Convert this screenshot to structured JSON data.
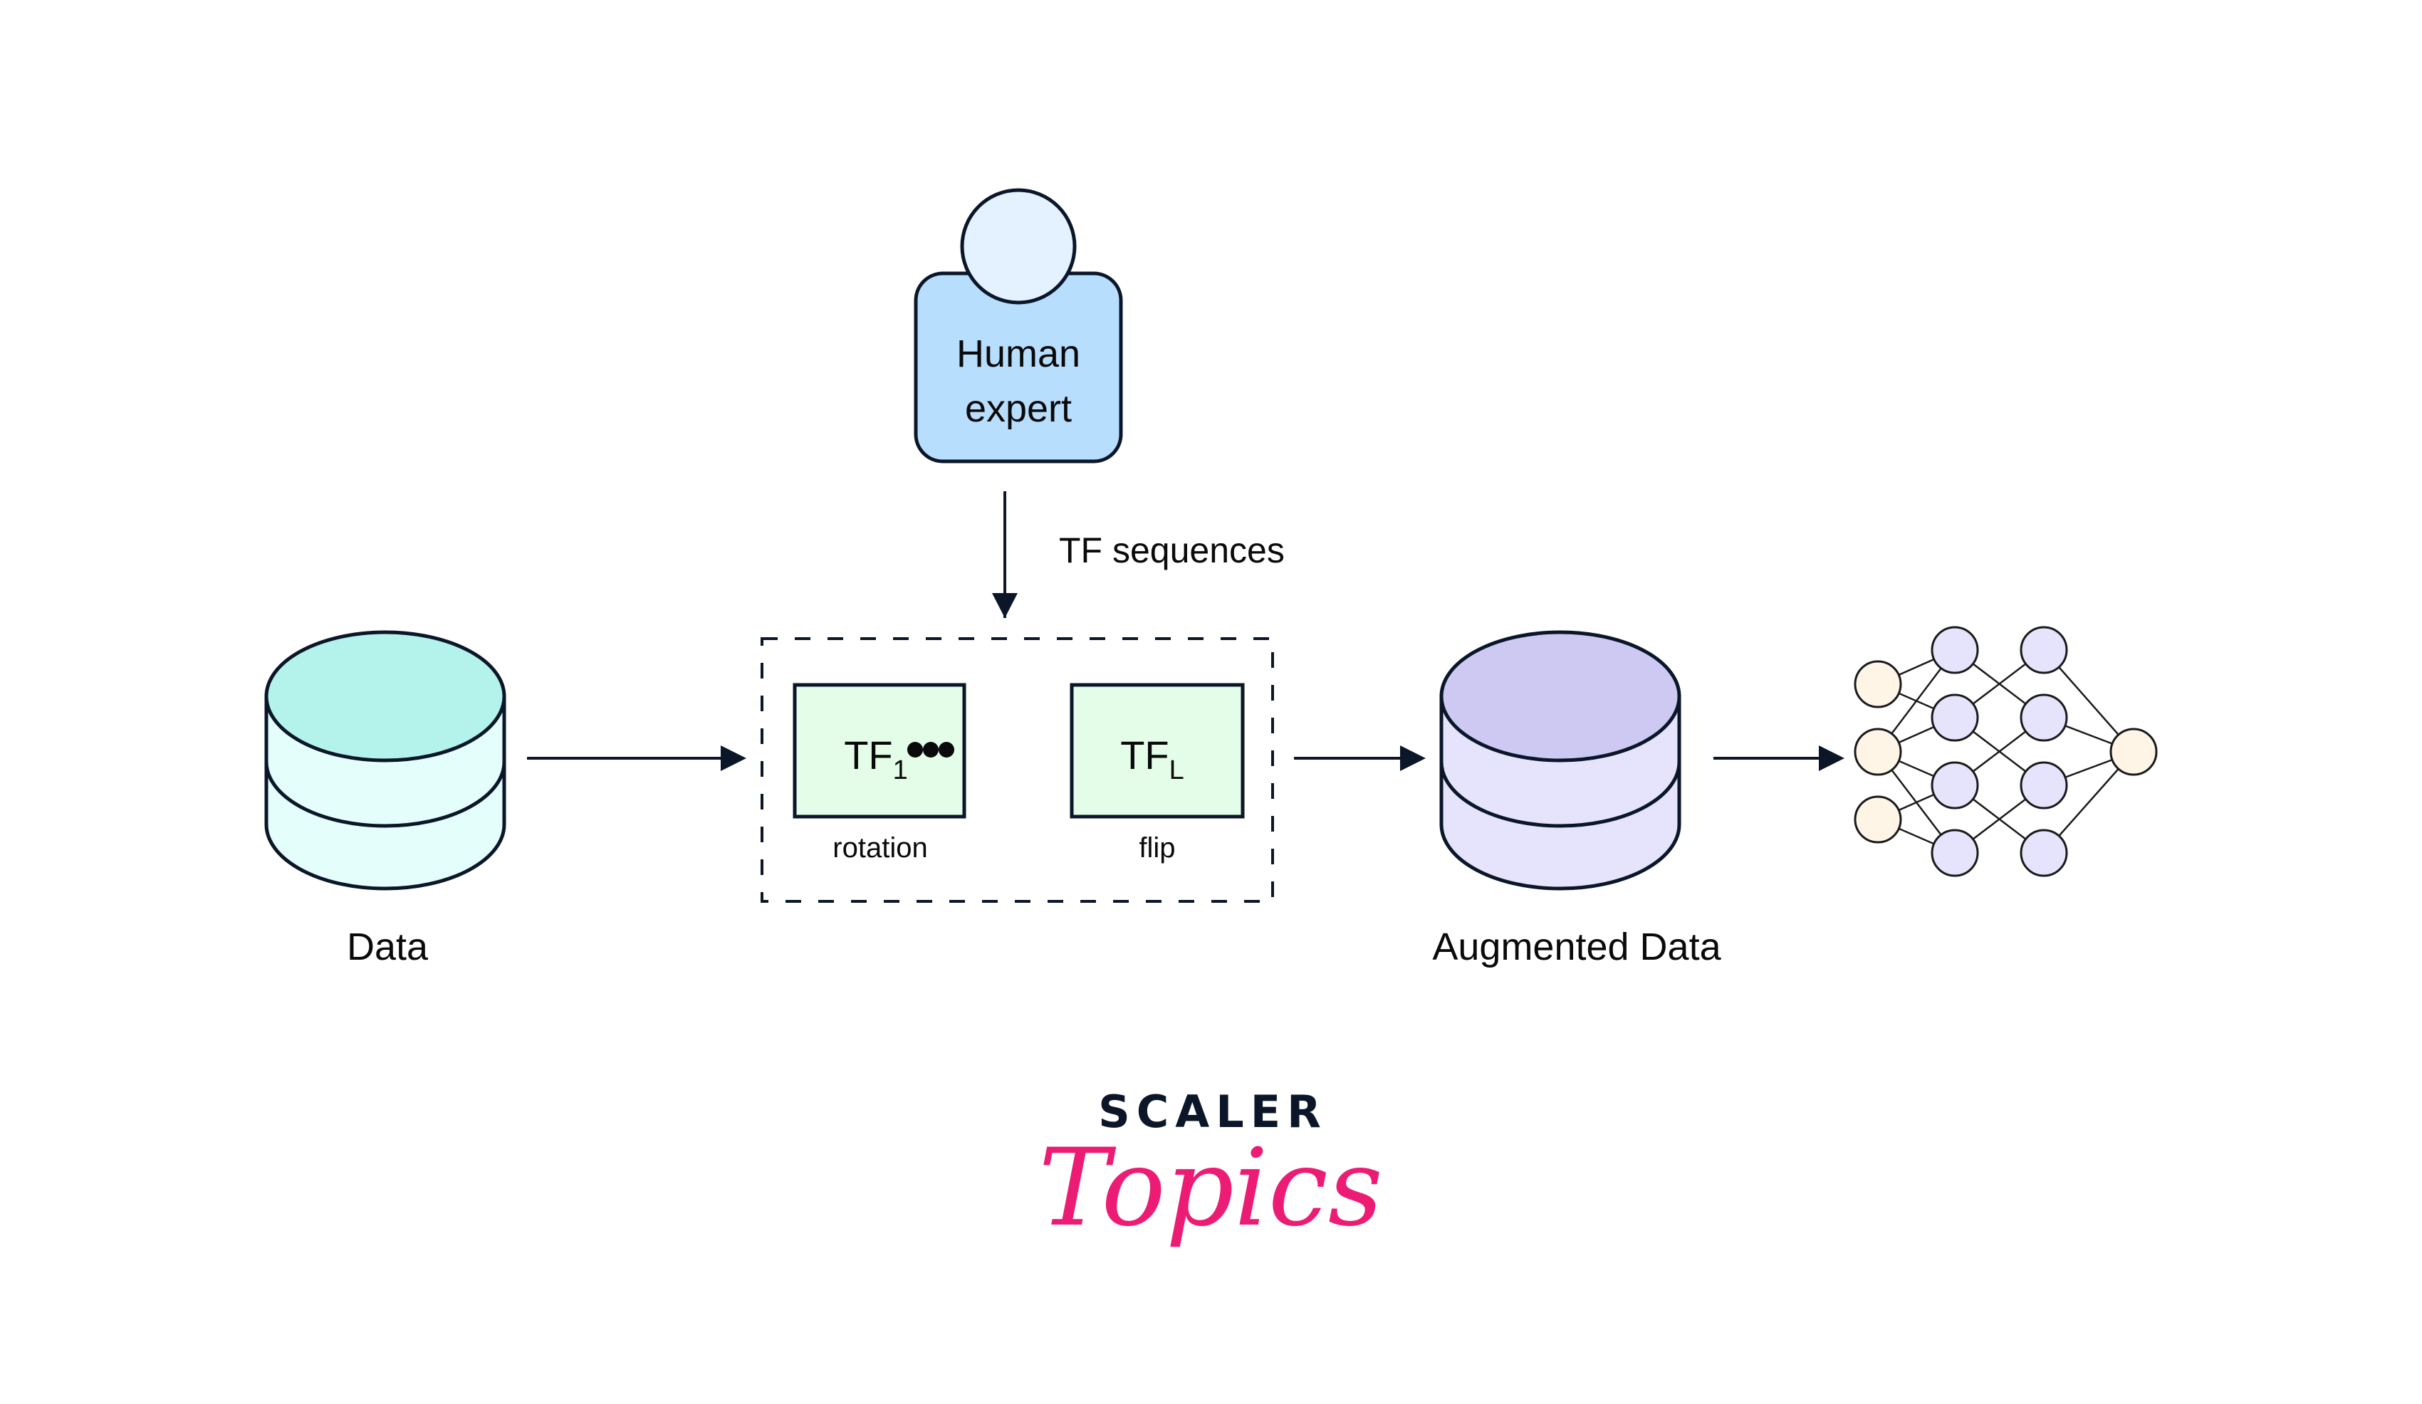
{
  "diagram": {
    "human": {
      "line1": "Human",
      "line2": "expert"
    },
    "arrow_label": "TF sequences",
    "transforms": [
      {
        "name": "TF",
        "subscript": "1",
        "caption": "rotation"
      },
      {
        "name": "TF",
        "subscript": "L",
        "caption": "flip"
      }
    ],
    "ellipsis": "•••",
    "source_db": {
      "label": "Data"
    },
    "augmented_db": {
      "label": "Augmented Data"
    },
    "neural_net": {
      "layers": [
        3,
        4,
        4,
        1
      ]
    }
  },
  "colors": {
    "stroke": "#0b1629",
    "human_body": "#b8defd",
    "human_head": "#e3f2fe",
    "tf_box": "#e3fde9",
    "data_top": "#b3f3ec",
    "data_side": "#e3fefb",
    "aug_top": "#cdc9f3",
    "aug_side": "#e5e4fc",
    "nn_io": "#fef5e6",
    "nn_hidden": "#e5e4fc",
    "logo_dark": "#0b1629",
    "logo_pink": "#ec1c74"
  },
  "logo": {
    "word1": "SCALER",
    "word2": "Topics"
  }
}
